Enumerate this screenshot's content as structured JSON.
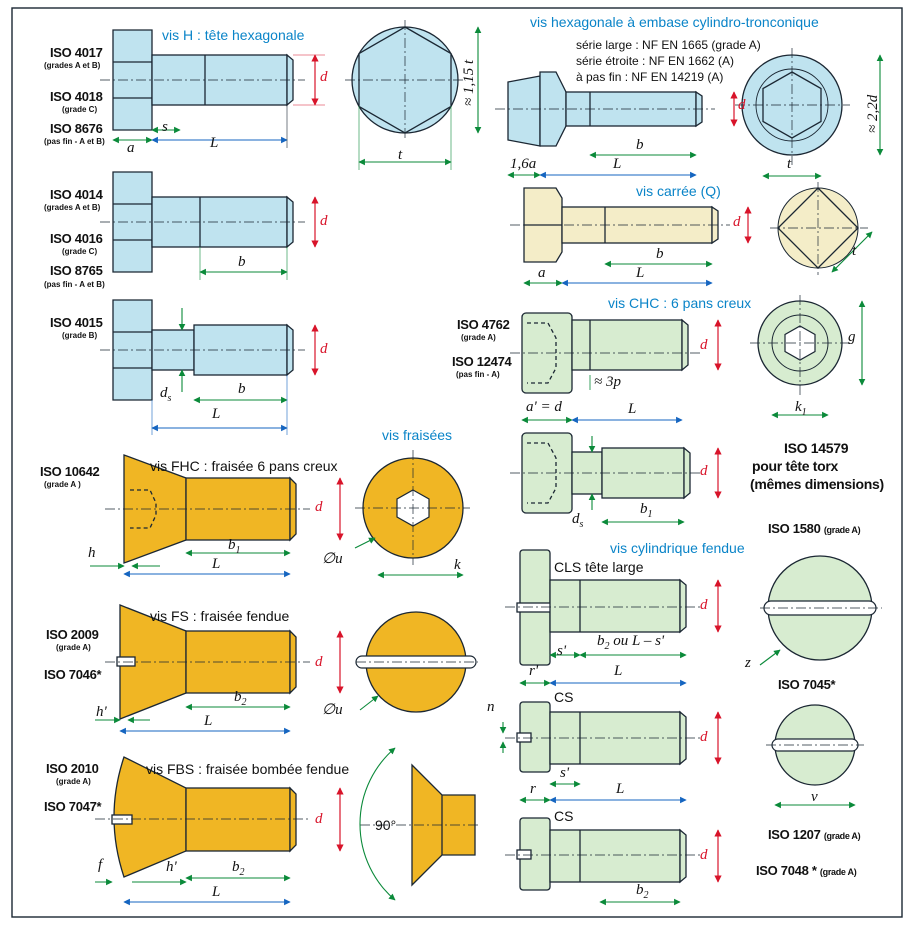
{
  "colors": {
    "metal": "#bfe3ef",
    "metal_green": "#d7ecd0",
    "metal_yellow_light": "#f4edc8",
    "gold": "#f0b624",
    "outline": "#1b2733",
    "dim_red": "#d8142a",
    "dim_green": "#0b8a3a",
    "dim_blue": "#1565c0",
    "title_blue": "#0a84c8"
  },
  "vis_h": {
    "title": "vis H : tête hexagonale",
    "iso": [
      {
        "name": "ISO 4017",
        "sub": "(grades A et B)"
      },
      {
        "name": "ISO 4018",
        "sub": "(grade C)"
      },
      {
        "name": "ISO 8676",
        "sub": "(pas fin - A et B)"
      }
    ],
    "dims": {
      "a": "a",
      "s": "s",
      "L": "L",
      "d": "d",
      "t": "t",
      "h": "≈ 1,15 t"
    }
  },
  "vis_h_part": {
    "iso": [
      {
        "name": "ISO 4014",
        "sub": "(grades A et B)"
      },
      {
        "name": "ISO 4016",
        "sub": "(grade C)"
      },
      {
        "name": "ISO 8765",
        "sub": "(pas fin - A et B)"
      }
    ],
    "dims": {
      "d": "d",
      "b": "b"
    }
  },
  "vis_h_ds": {
    "iso": [
      {
        "name": "ISO 4015",
        "sub": "(grade B)"
      }
    ],
    "dims": {
      "d": "d",
      "ds": "d",
      "ds_sub": "s",
      "b": "b",
      "L": "L"
    }
  },
  "vis_embase": {
    "title": "vis hexagonale à embase cylindro-tronconique",
    "series": [
      "série large : NF EN 1665 (grade A)",
      "série étroite : NF EN 1662 (A)",
      "à pas fin : NF EN 14219 (A)"
    ],
    "dims": {
      "a": "1,6a",
      "b": "b",
      "L": "L",
      "d": "d",
      "t": "t",
      "h": "≈ 2,2d"
    }
  },
  "vis_carree": {
    "title": "vis carrée (Q)",
    "dims": {
      "a": "a",
      "b": "b",
      "L": "L",
      "d": "d",
      "t": "t"
    }
  },
  "vis_chc": {
    "title": "vis CHC : 6 pans creux",
    "iso": [
      {
        "name": "ISO 4762",
        "sub": "(grade A)"
      },
      {
        "name": "ISO 12474",
        "sub": "(pas fin -  A)"
      }
    ],
    "dims": {
      "a": "a' = d",
      "p": "≈ 3p",
      "L": "L",
      "d": "d",
      "g": "g",
      "k": "k",
      "k_sub": "1"
    }
  },
  "vis_torx": {
    "note": [
      "ISO 14579",
      "pour tête torx",
      "(mêmes dimensions)"
    ],
    "dims": {
      "d": "d",
      "ds": "d",
      "ds_sub": "s",
      "b": "b",
      "b_sub": "1"
    }
  },
  "vis_fraisees": {
    "title": "vis fraisées",
    "fhc": {
      "title": "vis FHC : fraisée 6 pans creux",
      "iso": [
        {
          "name": "ISO 10642",
          "sub": "(grade A )"
        }
      ],
      "dims": {
        "h": "h",
        "b": "b",
        "b_sub": "1",
        "L": "L",
        "d": "d",
        "u": "∅u",
        "k": "k"
      }
    },
    "fs": {
      "title": "vis FS : fraisée fendue",
      "iso": [
        {
          "name": "ISO 2009",
          "sub": "(grade A)"
        },
        {
          "name": "ISO 7046*",
          "sub": ""
        }
      ],
      "dims": {
        "h": "h'",
        "b": "b",
        "b_sub": "2",
        "L": "L",
        "d": "d",
        "u": "∅u"
      }
    },
    "fbs": {
      "title": "vis FBS : fraisée bombée fendue",
      "iso": [
        {
          "name": "ISO 2010",
          "sub": "(grade A)"
        },
        {
          "name": "ISO 7047*",
          "sub": ""
        }
      ],
      "dims": {
        "f": "f",
        "h": "h'",
        "b": "b",
        "b_sub": "2",
        "L": "L",
        "d": "d",
        "angle": "90°"
      }
    }
  },
  "vis_cylindrique": {
    "title": "vis cylindrique fendue",
    "cls": {
      "label": "CLS tête large",
      "dims": {
        "s": "s'",
        "b": "b",
        "b_sub": "2",
        "b_rest": " ou L – s'",
        "r": "r'",
        "L": "L",
        "d": "d"
      }
    },
    "cs1": {
      "label": "CS",
      "dims": {
        "n": "n",
        "s": "s'",
        "r": "r",
        "L": "L",
        "d": "d"
      }
    },
    "cs2": {
      "label": "CS",
      "dims": {
        "d": "d",
        "b": "b",
        "b_sub": "2"
      }
    },
    "iso_1580": {
      "name": "ISO 1580",
      "sub": "(grade A)"
    },
    "iso_7045": {
      "name": "ISO 7045*"
    },
    "iso_1207": {
      "name": "ISO 1207",
      "sub": "(grade A)"
    },
    "iso_7048": {
      "name": "ISO 7048 *",
      "sub": "(grade A)"
    },
    "z": "z",
    "v": "v"
  }
}
